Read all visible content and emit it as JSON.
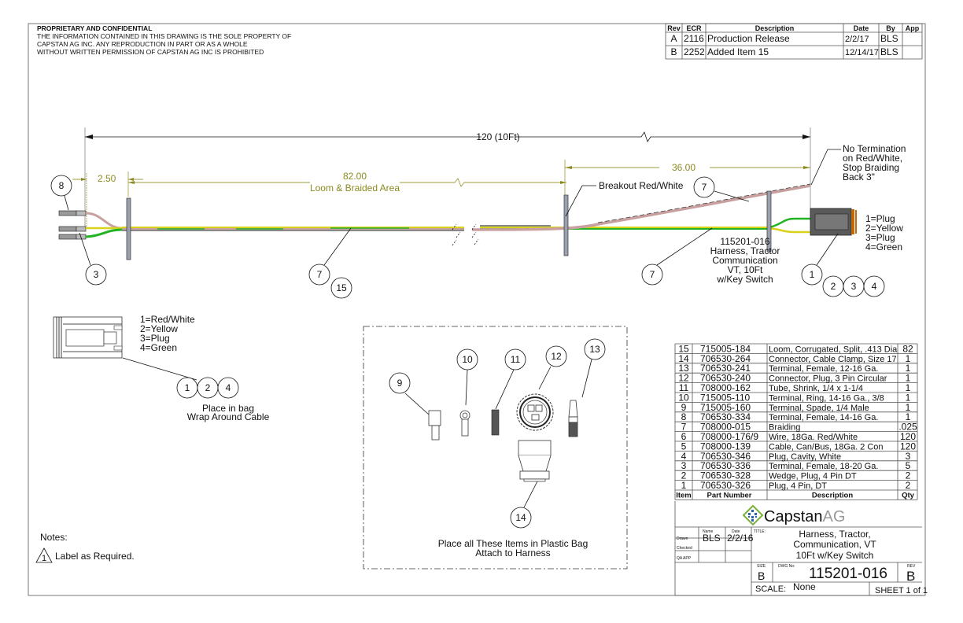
{
  "header": {
    "title": "PROPRIETARY AND CONFIDENTIAL",
    "lines": [
      "THE INFORMATION CONTAINED IN THIS DRAWING IS THE SOLE PROPERTY OF",
      "CAPSTAN AG INC. ANY REPRODUCTION IN PART OR AS A WHOLE",
      "WITHOUT WRITTEN PERMISSION OF CAPSTAN AG INC IS PROHIBITED"
    ]
  },
  "revisions": {
    "headers": [
      "Rev",
      "ECR",
      "Description",
      "Date",
      "By",
      "App"
    ],
    "rows": [
      [
        "A",
        "2116",
        "Production Release",
        "2/2/17",
        "BLS",
        ""
      ],
      [
        "B",
        "2252",
        "Added Item 15",
        "12/14/17",
        "BLS",
        ""
      ]
    ]
  },
  "dimensions": {
    "overall": "120 (10Ft)",
    "left_stub": "2.50",
    "loom": "82.00",
    "loom_label": "Loom & Braided Area",
    "breakout": "36.00"
  },
  "notes_callouts": {
    "breakout": "Breakout Red/White",
    "no_termination": [
      "No Termination",
      "on Red/White,",
      "Stop Braiding",
      "Back 3\""
    ],
    "harness": [
      "115201-016",
      "Harness, Tractor",
      "Communication",
      "VT, 10Ft",
      "w/Key Switch"
    ],
    "right_pins": [
      "1=Plug",
      "2=Yellow",
      "3=Plug",
      "4=Green"
    ],
    "bag_pins": [
      "1=Red/White",
      "2=Yellow",
      "3=Plug",
      "4=Green"
    ],
    "bag_text": [
      "Place in bag",
      "Wrap Around Cable"
    ],
    "plastic_bag_text": [
      "Place all These Items in Plastic Bag",
      "Attach to Harness"
    ]
  },
  "balloons": {
    "b8": "8",
    "b3": "3",
    "b7a": "7",
    "b15": "15",
    "b7b": "7",
    "b7c": "7",
    "b1": "1",
    "b2": "2",
    "b3r": "3",
    "b4": "4",
    "bag1": "1",
    "bag2": "2",
    "bag4": "4",
    "b9": "9",
    "b10": "10",
    "b11": "11",
    "b12": "12",
    "b13": "13",
    "b14": "14"
  },
  "notes": {
    "heading": "Notes:",
    "items": [
      {
        "num": "1",
        "text": "Label as Required."
      }
    ]
  },
  "bom": {
    "headers": [
      "Item",
      "Part Number",
      "Description",
      "Qty"
    ],
    "rows": [
      [
        "15",
        "715005-184",
        "Loom, Corrugated, Split, .413 Dia",
        "82"
      ],
      [
        "14",
        "706530-264",
        "Connector, Cable Clamp, Size 17",
        "1"
      ],
      [
        "13",
        "706530-241",
        "Terminal, Female, 12-16 Ga.",
        "1"
      ],
      [
        "12",
        "706530-240",
        "Connector, Plug, 3 Pin Circular",
        "1"
      ],
      [
        "11",
        "708000-162",
        "Tube, Shrink, 1/4 x 1-1/4",
        "1"
      ],
      [
        "10",
        "715005-110",
        "Terminal, Ring, 14-16 Ga., 3/8",
        "1"
      ],
      [
        "9",
        "715005-160",
        "Terminal, Spade, 1/4 Male",
        "1"
      ],
      [
        "8",
        "706530-334",
        "Terminal, Female, 14-16 Ga.",
        "1"
      ],
      [
        "7",
        "708000-015",
        "Braiding",
        ".025"
      ],
      [
        "6",
        "708000-176/9",
        "Wire, 18Ga. Red/White",
        "120"
      ],
      [
        "5",
        "708000-139",
        "Cable, Can/Bus, 18Ga. 2 Con",
        "120"
      ],
      [
        "4",
        "706530-346",
        "Plug, Cavity, White",
        "3"
      ],
      [
        "3",
        "706530-336",
        "Terminal, Female, 18-20 Ga.",
        "5"
      ],
      [
        "2",
        "706530-328",
        "Wedge, Plug, 4 Pin DT",
        "2"
      ],
      [
        "1",
        "706530-326",
        "Plug, 4 Pin, DT",
        "2"
      ]
    ]
  },
  "title_block": {
    "company": "CapstanAG",
    "company_a": "Capstan",
    "company_b": "AG",
    "name_label": "Name",
    "date_label": "Date",
    "drawn_label": "Drawn",
    "checked_label": "Checked",
    "qa_label": "QA APP",
    "drawn_name": "BLS",
    "drawn_date": "2/2/16",
    "title_label": "TITLE:",
    "title_lines": [
      "Harness, Tractor,",
      "Communication, VT",
      "10Ft w/Key Switch"
    ],
    "size_label": "SIZE",
    "size": "B",
    "dwg_label": "DWG No:",
    "dwg_no": "115201-016",
    "rev_label": "REV",
    "rev": "B",
    "scale_label": "SCALE:",
    "scale": "None",
    "sheet": "SHEET 1 of 1"
  },
  "colors": {
    "olive_dim": "#8b8a1e",
    "red_white_wire": "#c9a0a0",
    "yellow_wire": "#d8d21a",
    "green_wire": "#22b322",
    "clamp": "#9aa0b0",
    "connector": "#5a5a5a",
    "ring": "#c06a10",
    "logo_blue": "#2a64b0",
    "logo_green": "#7ab03a"
  }
}
